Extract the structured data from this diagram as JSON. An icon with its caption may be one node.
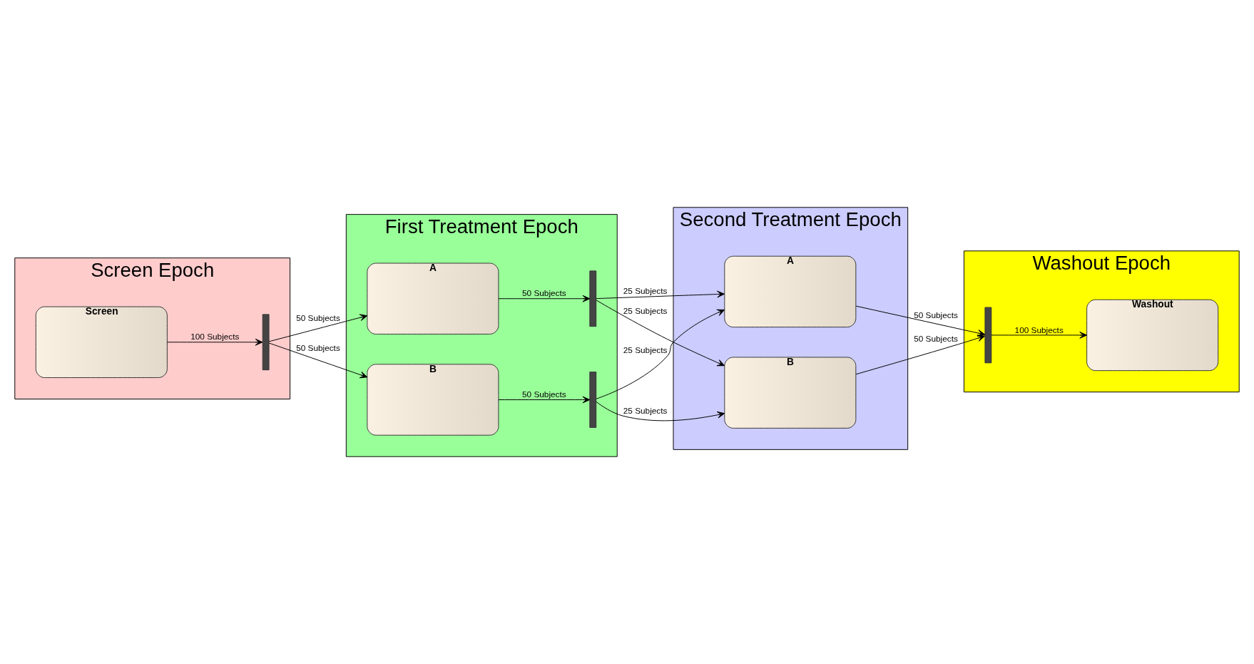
{
  "diagram": {
    "nodes": [
      {
        "text": [
          "Screen Epoch"
        ]
      },
      {
        "text": [
          "First Treatment Epoch"
        ]
      },
      {
        "text": [
          "Second Treatment Epoch"
        ]
      },
      {
        "text": [
          "Washout Epoch"
        ]
      },
      {
        "text": [
          "Screen"
        ],
        "in": 0
      },
      {
        "text": [],
        "shape": "bar",
        "in": 0
      },
      {
        "text": [
          "A"
        ],
        "in": 1
      },
      {
        "text": [
          "B"
        ],
        "in": 1
      },
      {
        "text": [],
        "shape": "bar",
        "in": 1
      },
      {
        "text": [],
        "shape": "bar",
        "in": 1
      },
      {
        "text": [
          "A"
        ],
        "in": 2
      },
      {
        "text": [
          "B"
        ],
        "in": 2
      },
      {
        "text": [],
        "shape": "bar",
        "in": 3
      },
      {
        "text": [
          "Washout"
        ],
        "in": 3
      }
    ],
    "edges": [
      {
        "from": 4,
        "to": 5,
        "arrow": "to",
        "label": "100 Subjects"
      },
      {
        "from": 5,
        "to": 6,
        "arrow": "to",
        "label": "50 Subjects"
      },
      {
        "from": 5,
        "to": 7,
        "arrow": "to",
        "label": "50 Subjects"
      },
      {
        "from": 6,
        "to": 8,
        "arrow": "to",
        "label": "50 Subjects"
      },
      {
        "from": 7,
        "to": 9,
        "arrow": "to",
        "label": "50 Subjects"
      },
      {
        "from": 8,
        "to": 10,
        "arrow": "to",
        "label": "25 Subjects"
      },
      {
        "from": 8,
        "to": 11,
        "arrow": "to",
        "label": "25 Subjects"
      },
      {
        "from": 9,
        "to": 10,
        "arrow": "to",
        "label": "25 Subjects"
      },
      {
        "from": 9,
        "to": 11,
        "arrow": "to",
        "label": "25 Subjects"
      },
      {
        "from": 10,
        "to": 12,
        "arrow": "to",
        "label": "50 Subjects"
      },
      {
        "from": 11,
        "to": 12,
        "arrow": "to",
        "label": "50 Subjects"
      },
      {
        "from": 12,
        "to": 13,
        "arrow": "to",
        "label": "100 Subjects"
      }
    ]
  }
}
